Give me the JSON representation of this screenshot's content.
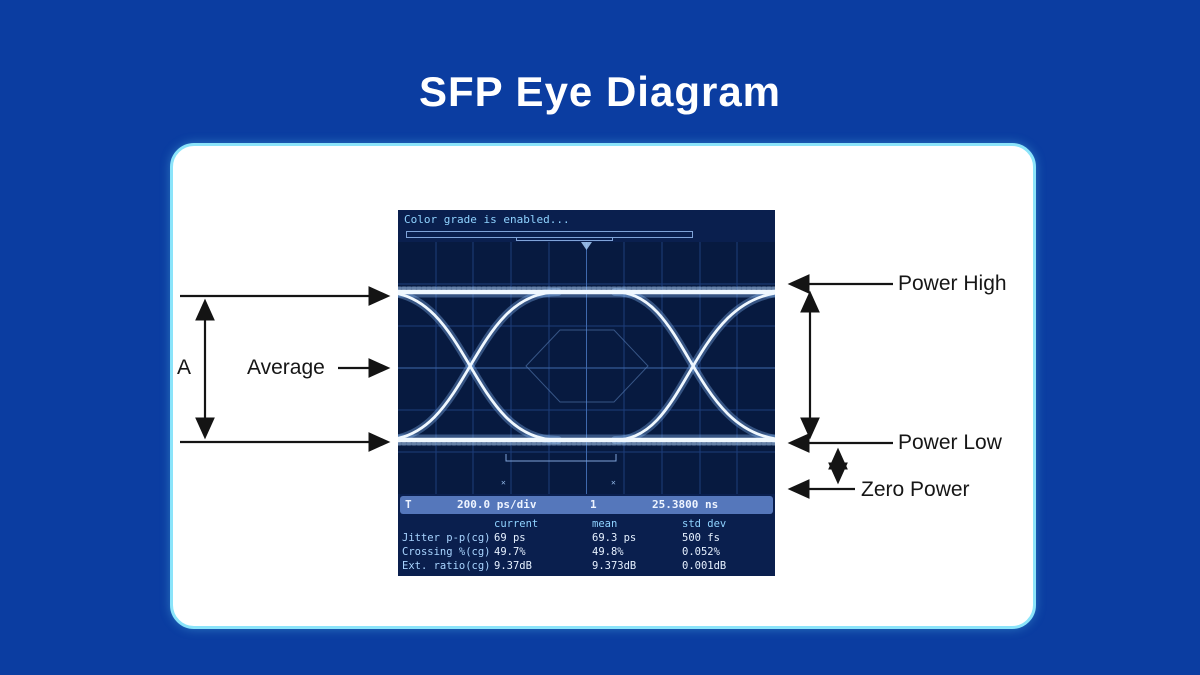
{
  "page": {
    "title": "SFP Eye Diagram"
  },
  "scope": {
    "header": "Color grade is enabled...",
    "scalebar": {
      "marker": "T",
      "per_div": "200.0 ps/div",
      "channel": "1",
      "time": "25.3800 ns"
    },
    "table": {
      "headers": [
        "current",
        "mean",
        "std dev"
      ],
      "rows": [
        [
          "Jitter p-p(cg)",
          "69 ps",
          "69.3 ps",
          "500 fs"
        ],
        [
          "Crossing %(cg)",
          "49.7%",
          "49.8%",
          "0.052%"
        ],
        [
          "Ext. ratio(cg)",
          "9.37dB",
          "9.373dB",
          "0.001dB"
        ]
      ]
    }
  },
  "annotations": {
    "a": "A",
    "average": "Average",
    "power_high": "Power High",
    "power_low": "Power Low",
    "zero_power": "Zero Power"
  },
  "colors": {
    "bg": "#0b3da1",
    "card_bg": "#ffffff",
    "card_border": "#8be4fa",
    "scope_bg": "#0a1f4e",
    "screen_bg": "#071a40",
    "grid_line": "#23498e",
    "trace": "#f0f8ff",
    "scope_text": "#8fd2ff",
    "band_bg": "#5577bb",
    "band_text": "#eef4ff",
    "label_text": "#161616"
  }
}
